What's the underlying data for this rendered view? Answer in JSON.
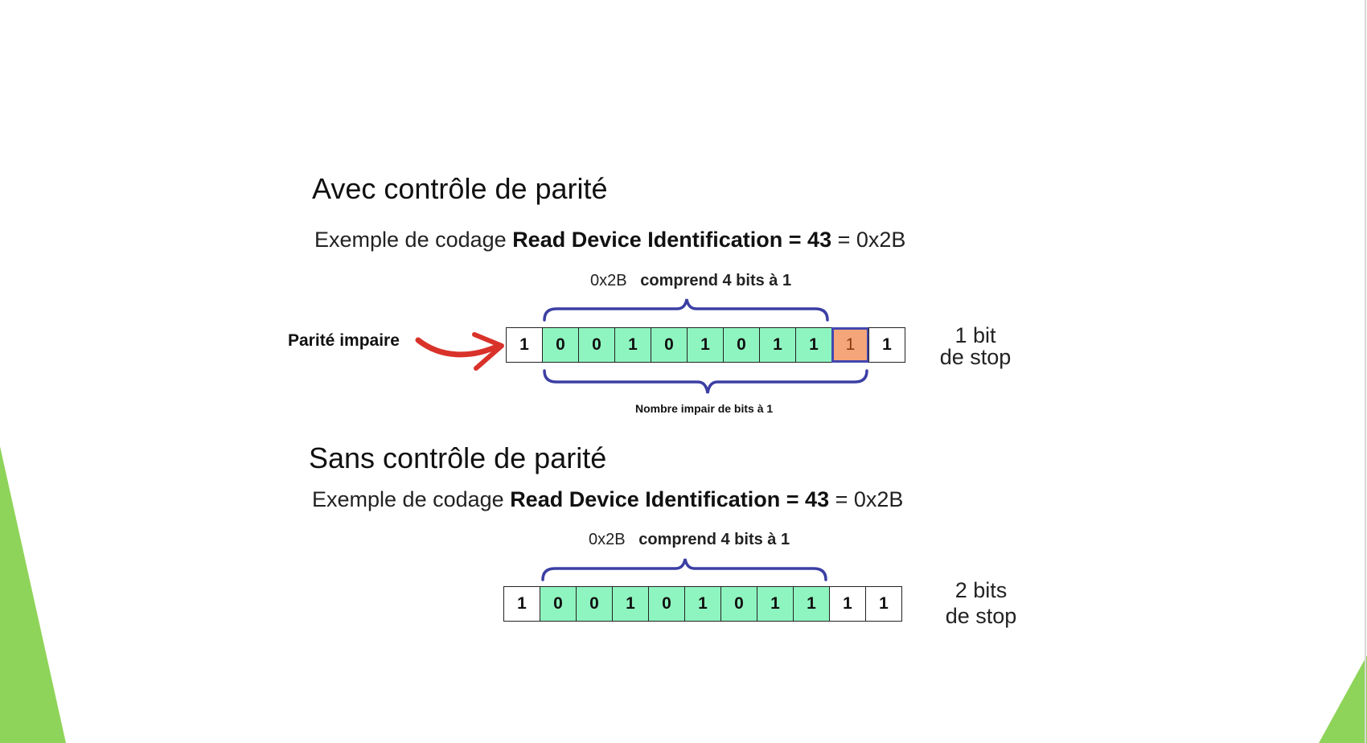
{
  "colors": {
    "data_bit_fill": "#8ff5c0",
    "parity_bit_fill": "#f5a57a",
    "parity_bit_border": "#4347b0",
    "brace_color": "#3b3fa3",
    "arrow_color": "#d9322a",
    "decoration_green": "#8fd45a"
  },
  "icons": {
    "arrow": "curved-red-arrow",
    "brace": "curly-brace"
  },
  "with_parity": {
    "title": "Avec contrôle de parité",
    "example": {
      "prefix": "Exemple de codage",
      "bold": "Read Device Identification = 43",
      "suffix": "= 0x2B"
    },
    "brace_top": {
      "hex": "0x2B",
      "text": "comprend 4 bits à 1"
    },
    "brace_bottom": "Nombre impair de bits à 1",
    "parity_label": "Parité impaire",
    "bits": [
      "1",
      "0",
      "0",
      "1",
      "0",
      "1",
      "0",
      "1",
      "1",
      "1",
      "1"
    ],
    "stop_label": {
      "line1": "1 bit",
      "line2": "de stop"
    }
  },
  "without_parity": {
    "title": "Sans contrôle de parité",
    "example": {
      "prefix": "Exemple de codage",
      "bold": "Read Device Identification = 43",
      "suffix": "= 0x2B"
    },
    "brace_top": {
      "hex": "0x2B",
      "text": "comprend 4 bits à 1"
    },
    "bits": [
      "1",
      "0",
      "0",
      "1",
      "0",
      "1",
      "0",
      "1",
      "1",
      "1",
      "1"
    ],
    "stop_label": {
      "line1": "2 bits",
      "line2": "de stop"
    }
  }
}
